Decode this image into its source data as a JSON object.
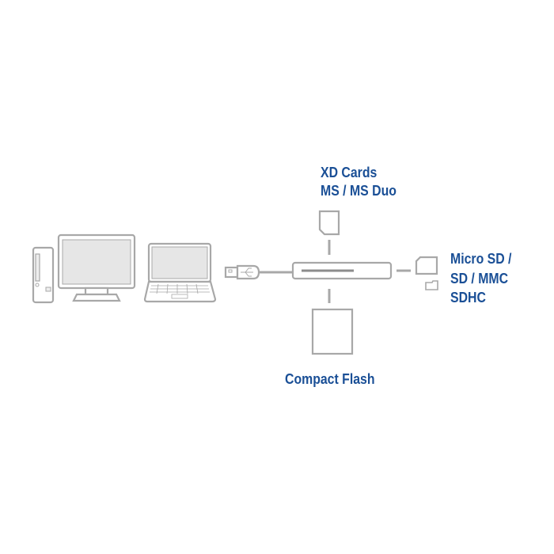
{
  "labels": {
    "top": [
      "XD Cards",
      "MS / MS Duo"
    ],
    "right": [
      "Micro SD /",
      "SD / MMC",
      "SDHC"
    ],
    "bottom": "Compact Flash"
  },
  "colors": {
    "text": "#1a4f96",
    "stroke": "#a8a8a8",
    "fill": "#e6e6e6"
  }
}
